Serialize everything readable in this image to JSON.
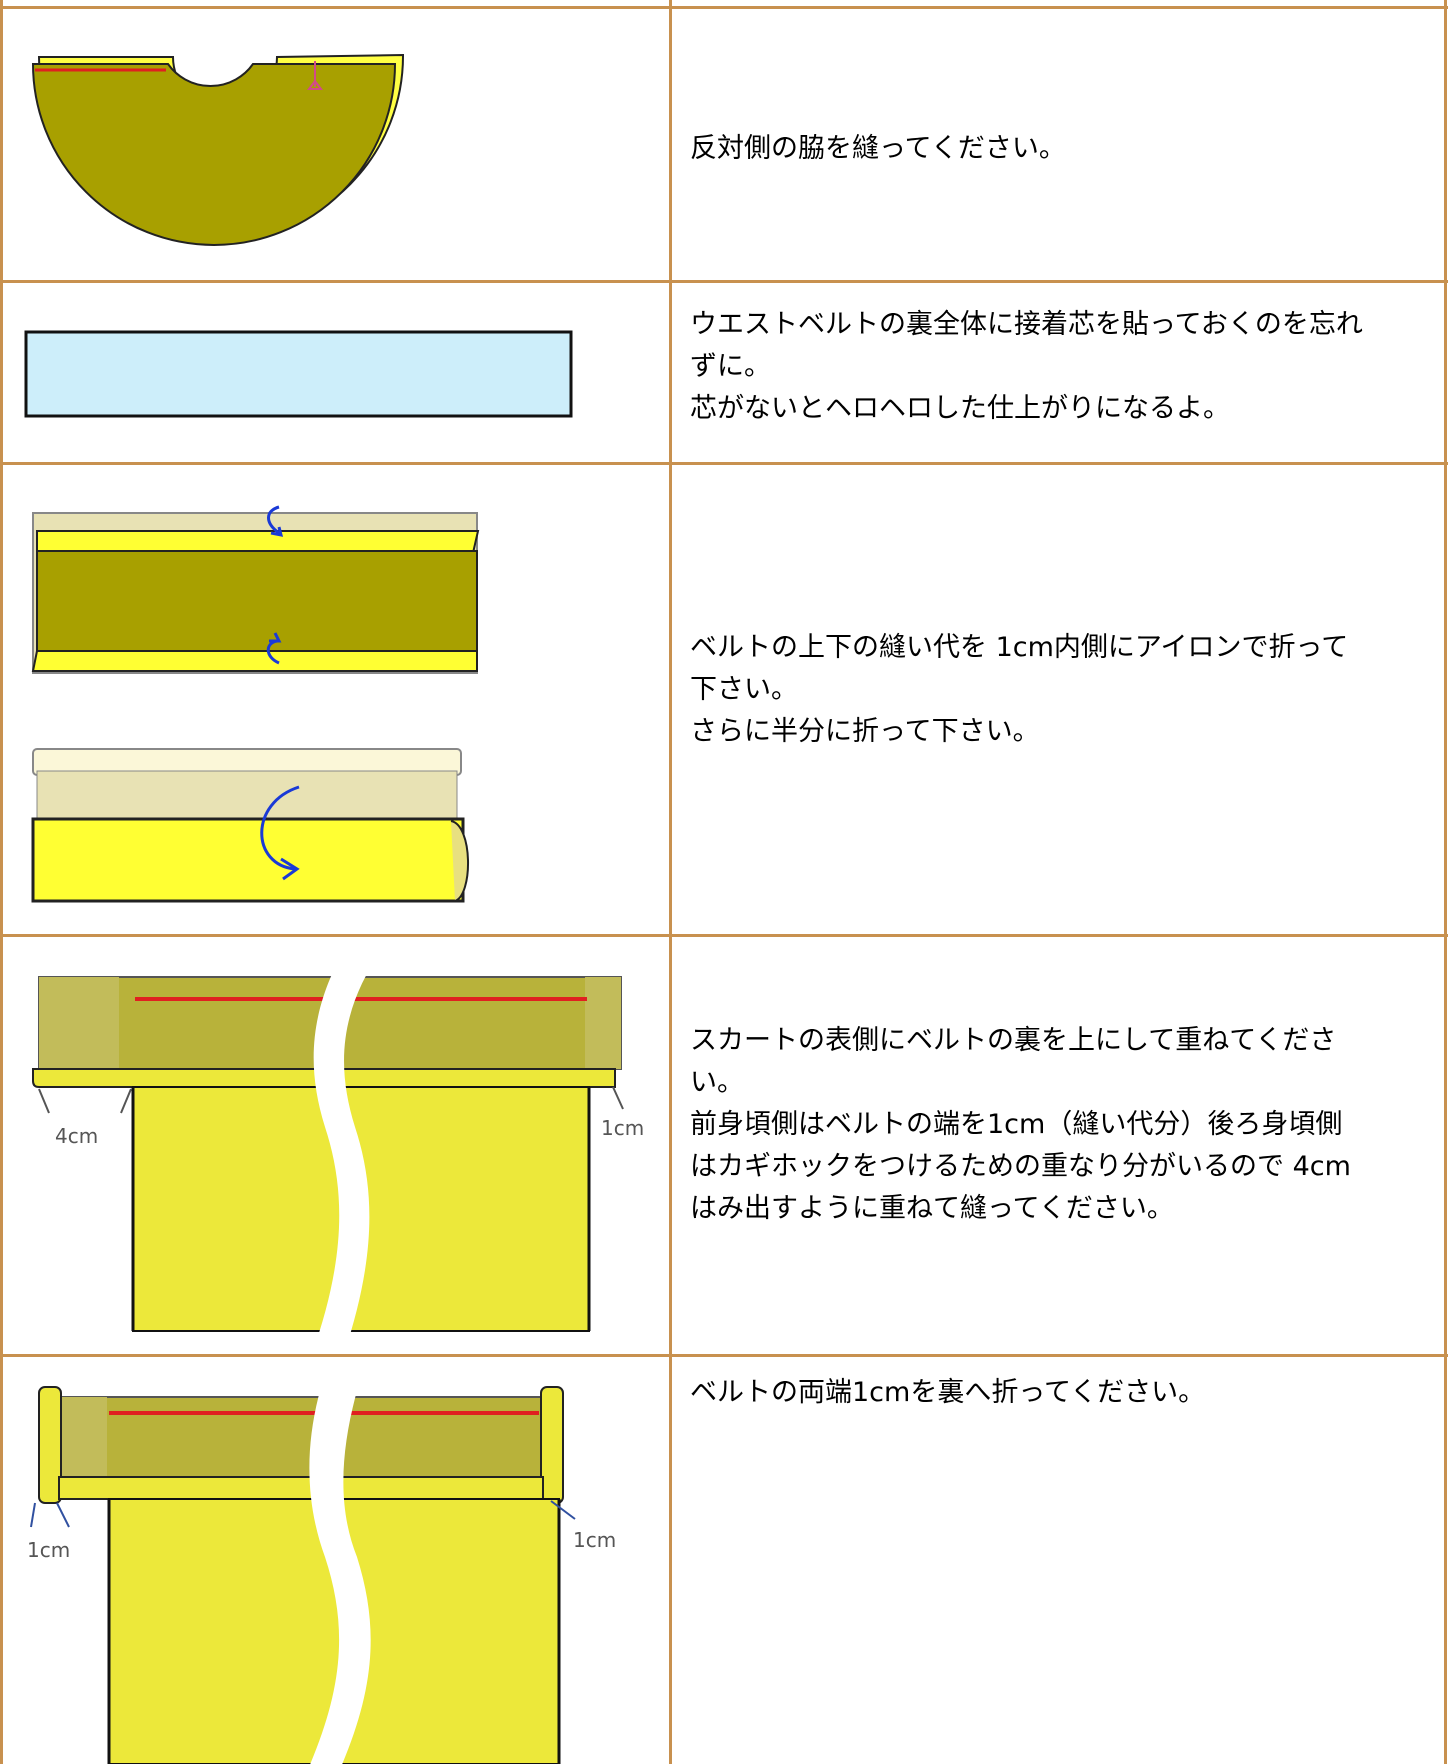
{
  "rows": [
    {
      "lines": [
        "反対側の脇を縫ってください。"
      ]
    },
    {
      "lines": [
        "ウエストベルトの裏全体に接着芯を貼っておくのを忘れ",
        "ずに。",
        "芯がないとヘロヘロした仕上がりになるよ。"
      ]
    },
    {
      "lines": [
        "ベルトの上下の縫い代を 1cm内側にアイロンで折って",
        "下さい。",
        "さらに半分に折って下さい。"
      ]
    },
    {
      "lines": [
        "スカートの表側にベルトの裏を上にして重ねてくださ",
        "い。",
        "前身頃側はベルトの端を1cm（縫い代分）後ろ身頃側",
        "はカギホックをつけるための重なり分がいるので 4cm",
        "はみ出すように重ねて縫ってください。"
      ],
      "labels": {
        "left": "4cm",
        "right": "1cm"
      }
    },
    {
      "lines": [
        "ベルトの両端1cmを裏へ折ってください。"
      ],
      "labels": {
        "left": "1cm",
        "right": "1cm"
      }
    }
  ],
  "colors": {
    "border": "#c8914f",
    "olive": "#a8a000",
    "yellow": "#ffff33",
    "skirt": "#ece83a",
    "interfacing": "#cdeefa",
    "stitch": "#e02020",
    "arrow": "#1a3ad6"
  }
}
